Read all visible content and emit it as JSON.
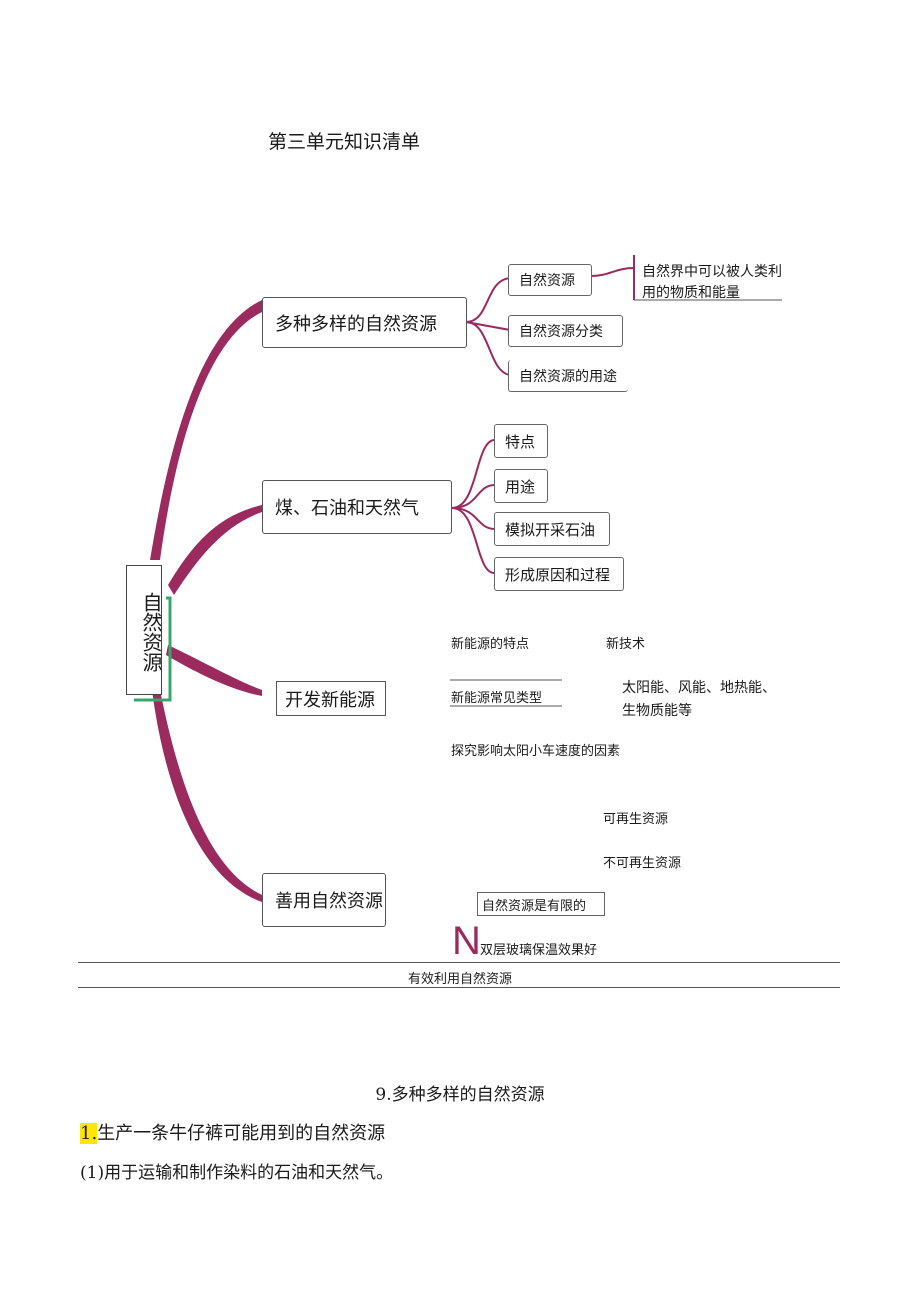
{
  "title": "第三单元知识清单",
  "mindmap": {
    "root": "自然资源",
    "branch1": {
      "label": "多种多样的自然资源",
      "items": [
        "自然资源",
        "自然资源分类",
        "自然资源的用途"
      ],
      "definition_line1": "自然界中可以被人类利",
      "definition_line2": "用的物质和能量"
    },
    "branch2": {
      "label": "煤、石油和天然气",
      "items": [
        "特点",
        "用途",
        "模拟开采石油",
        "形成原因和过程"
      ]
    },
    "branch3": {
      "label": "开发新能源",
      "items": [
        "新能源的特点",
        "新技术",
        "新能源常见类型",
        "太阳能、风能、地热能、",
        "生物质能等",
        "探究影响太阳小车速度的因素"
      ]
    },
    "branch4": {
      "label": "善用自然资源",
      "items": [
        "可再生资源",
        "不可再生资源",
        "自然资源是有限的",
        "双层玻璃保温效果好",
        "有效利用自然资源"
      ]
    },
    "colors": {
      "branch": "#9b2a5e",
      "root_accent": "#3aa56b"
    }
  },
  "lesson": {
    "heading": "9.多种多样的自然资源",
    "point1_num": "1.",
    "point1_text": "生产一条牛仔裤可能用到的自然资源",
    "point1_sub": "(1)用于运输和制作染料的石油和天然气。"
  }
}
